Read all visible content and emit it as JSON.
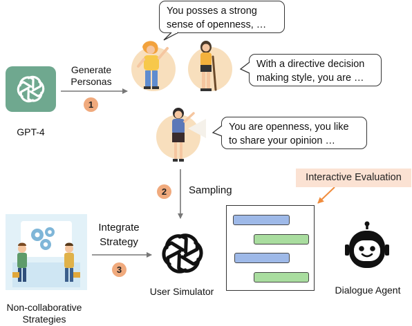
{
  "gpt4": {
    "label": "GPT-4",
    "color": "#6fa88f"
  },
  "step1": {
    "number": "1",
    "label_line1": "Generate",
    "label_line2": "Personas"
  },
  "step2": {
    "number": "2",
    "label": "Sampling"
  },
  "step3": {
    "number": "3",
    "label_line1": "Integrate",
    "label_line2": "Strategy"
  },
  "persona_bubbles": [
    {
      "line1": "You posses a strong",
      "line2": "sense of openness, …"
    },
    {
      "line1": "With a directive decision",
      "line2": "making style, you are …"
    },
    {
      "line1": "You are openness, you like",
      "line2": "to share your opinion …"
    }
  ],
  "strategies": {
    "label_line1": "Non-collaborative",
    "label_line2": "Strategies"
  },
  "user_simulator": {
    "label": "User Simulator"
  },
  "dialogue_agent": {
    "label": "Dialogue Agent"
  },
  "interactive_evaluation": {
    "label": "Interactive Evaluation"
  },
  "colors": {
    "badge": "#f0aa7d",
    "persona_circle": "#f8dfbd",
    "eval_tag_bg": "#fbe2d3",
    "eval_arrow": "#f08c3c",
    "msg_blue": "#9eb9e8",
    "msg_green": "#a9dd9f"
  }
}
